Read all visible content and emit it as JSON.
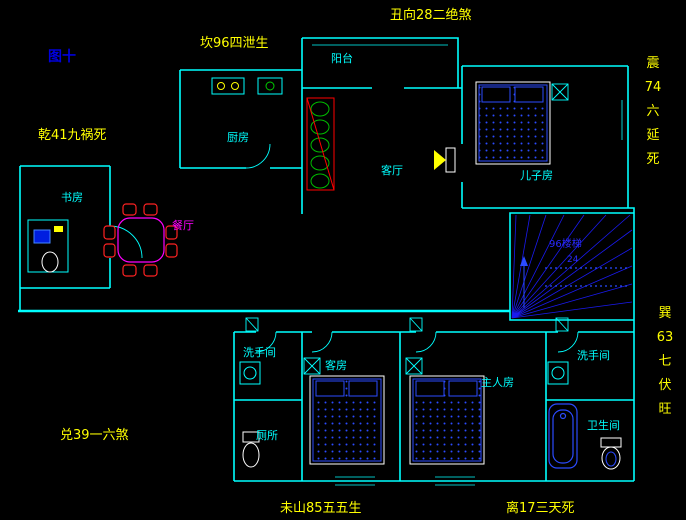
{
  "figure": {
    "title": "图十"
  },
  "annotations": {
    "top_center": "丑向28二绝煞",
    "top_left": "坎96四泄生",
    "west": "乾41九祸死",
    "east_upper": "震\n74\n六\n延\n死",
    "east_lower": "巽\n63\n七\n伏\n旺",
    "southwest": "兑39一六煞",
    "south_center": "未山85五五生",
    "south_right": "离17三天死"
  },
  "rooms": {
    "balcony": "阳台",
    "kitchen": "厨房",
    "living_room": "客厅",
    "son_room": "儿子房",
    "study": "书房",
    "dining_room": "餐厅",
    "washroom_left": "洗手间",
    "guest_room": "客房",
    "master_room": "主人房",
    "washroom_right": "洗手间",
    "toilet": "厕所",
    "bathroom": "卫生间"
  },
  "stairs": {
    "label": "96楼梯",
    "count": "24"
  },
  "colors": {
    "background": "#000000",
    "walls": "#00ffff",
    "annotations": "#ffff00",
    "figure_title": "#0000dd",
    "stairs_blue": "#1a1aee",
    "bed_blue": "#2b4bff",
    "dining_magenta": "#ff00ff"
  }
}
